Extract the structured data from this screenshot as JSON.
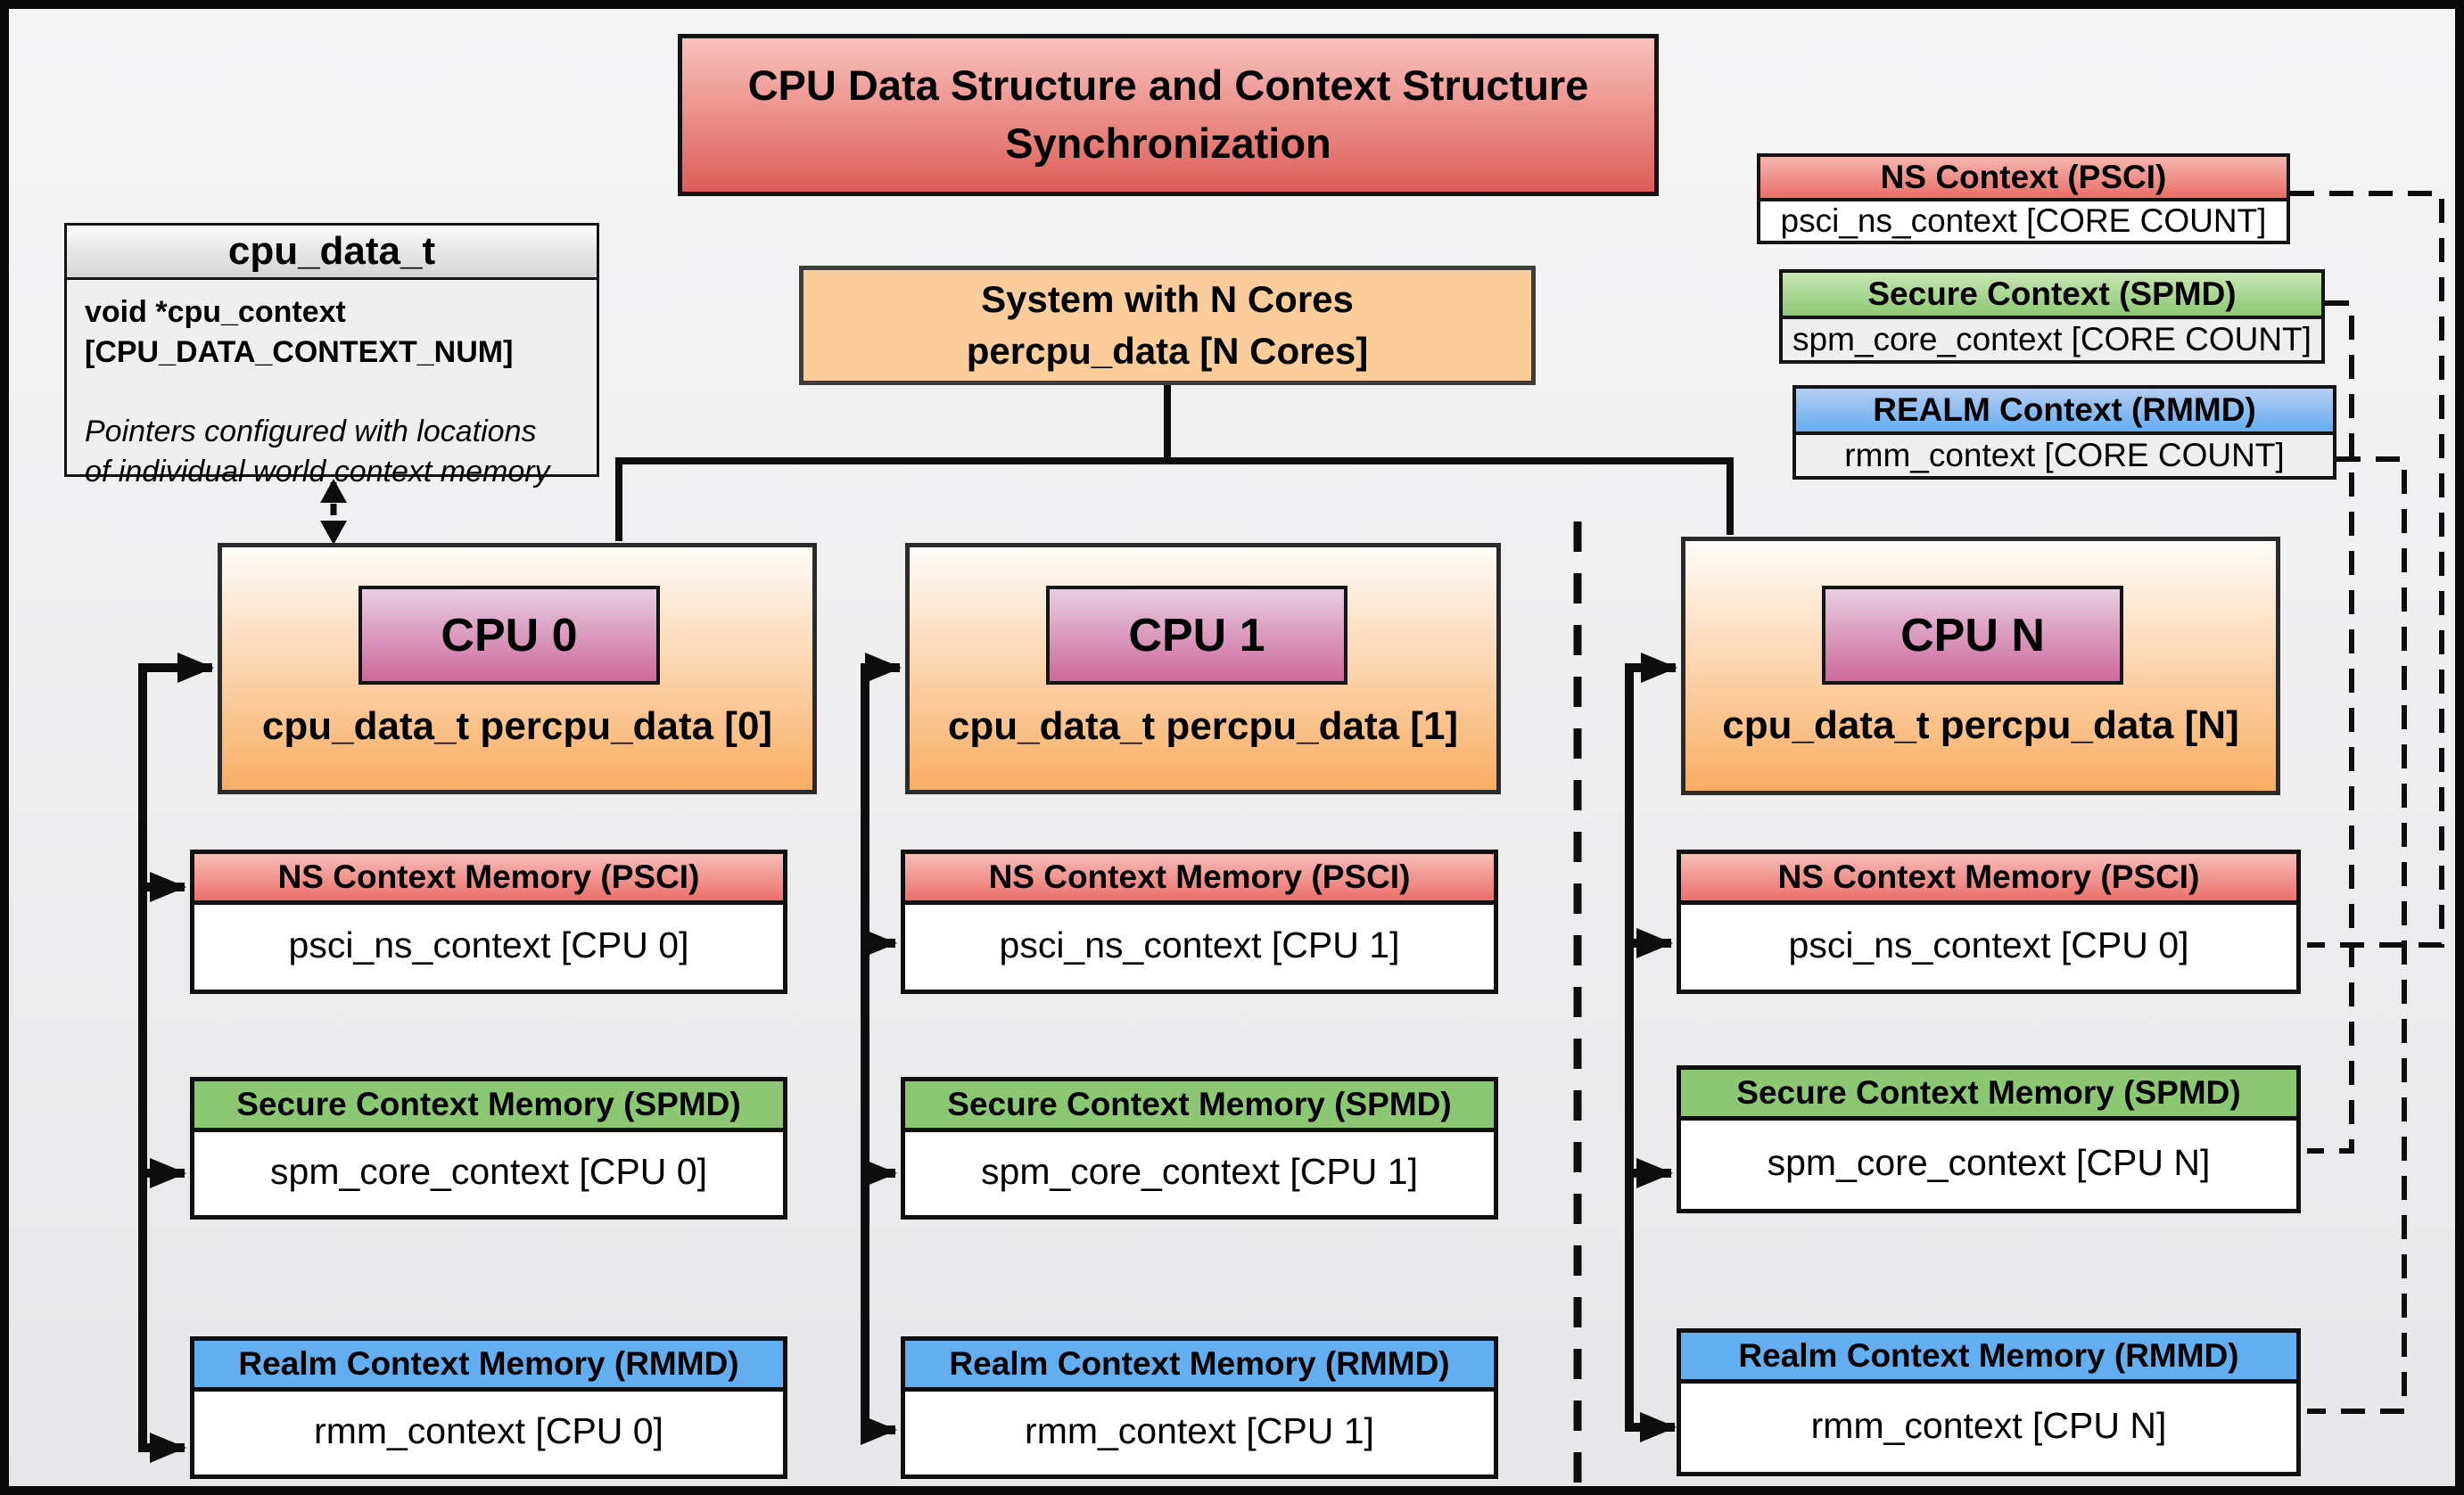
{
  "title": {
    "line1": "CPU Data Structure and Context Structure",
    "line2": "Synchronization"
  },
  "cpu_data_t": {
    "header": "cpu_data_t",
    "field_line1": "void  *cpu_context",
    "field_line2": "[CPU_DATA_CONTEXT_NUM]",
    "note_line1": "Pointers configured with locations",
    "note_line2": "of individual world context memory"
  },
  "system_box": {
    "line1": "System with N Cores",
    "line2": "percpu_data [N Cores]"
  },
  "legend": [
    {
      "header": "NS Context  (PSCI)",
      "body": "psci_ns_context [CORE COUNT]"
    },
    {
      "header": "Secure Context (SPMD)",
      "body": "spm_core_context [CORE COUNT]"
    },
    {
      "header": "REALM Context (RMMD)",
      "body": "rmm_context [CORE COUNT]"
    }
  ],
  "columns": [
    {
      "cpu_label": "CPU 0",
      "data_label": "cpu_data_t percpu_data [0]",
      "ns_header": "NS Context Memory (PSCI)",
      "ns_body": "psci_ns_context [CPU 0]",
      "secure_header": "Secure Context Memory (SPMD)",
      "secure_body": "spm_core_context [CPU 0]",
      "realm_header": "Realm Context Memory (RMMD)",
      "realm_body": "rmm_context [CPU 0]"
    },
    {
      "cpu_label": "CPU 1",
      "data_label": "cpu_data_t percpu_data [1]",
      "ns_header": "NS Context Memory (PSCI)",
      "ns_body": "psci_ns_context [CPU 1]",
      "secure_header": "Secure Context Memory (SPMD)",
      "secure_body": "spm_core_context [CPU 1]",
      "realm_header": "Realm Context Memory (RMMD)",
      "realm_body": "rmm_context [CPU 1]"
    },
    {
      "cpu_label": "CPU N",
      "data_label": "cpu_data_t percpu_data [N]",
      "ns_header": "NS Context Memory (PSCI)",
      "ns_body": "psci_ns_context [CPU 0]",
      "secure_header": "Secure Context Memory (SPMD)",
      "secure_body": "spm_core_context [CPU N]",
      "realm_header": "Realm Context Memory (RMMD)",
      "realm_body": "rmm_context [CPU N]"
    }
  ],
  "colors": {
    "title_red": "#de5d58",
    "ns_red": "#ec706a",
    "secure_green": "#8cc873",
    "realm_blue": "#63aef0",
    "system_orange": "#fbcd9b",
    "cpu_orange": "#f9ad63",
    "cpu_label_pink": "#ce689c",
    "line_black": "#0d0d0d"
  }
}
